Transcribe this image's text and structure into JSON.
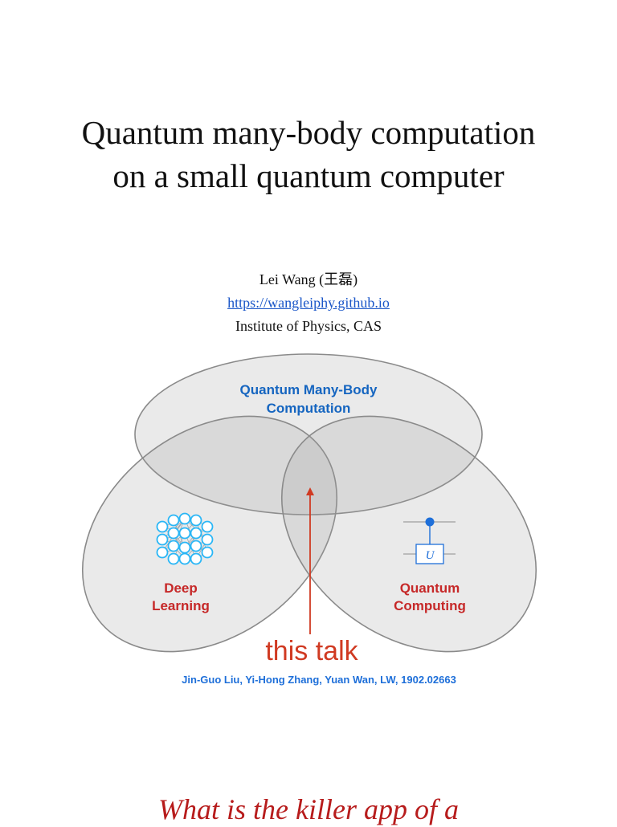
{
  "title": {
    "line1": "Quantum many-body computation",
    "line2": "on a small quantum computer"
  },
  "author": {
    "name": "Lei Wang (王磊)",
    "url": "https://wangleiphy.github.io",
    "affiliation": "Institute of Physics, CAS"
  },
  "venn": {
    "top_label_line1": "Quantum Many-Body",
    "top_label_line2": "Computation",
    "left_label_line1": "Deep",
    "left_label_line2": "Learning",
    "right_label_line1": "Quantum",
    "right_label_line2": "Computing",
    "gate_symbol": "U",
    "arrow_label": "this talk",
    "reference": "Jin-Guo Liu, Yi-Hong Zhang, Yuan Wan, LW, 1902.02663",
    "icons": [
      "neural-network-icon",
      "quantum-circuit-icon"
    ],
    "colors": {
      "top_label": "#1565c0",
      "side_labels": "#c62828",
      "arrow": "#d03a22",
      "reference": "#1e6fd9",
      "network": "#29b6f6"
    }
  },
  "footer": {
    "question": "What is the killer app of a"
  }
}
